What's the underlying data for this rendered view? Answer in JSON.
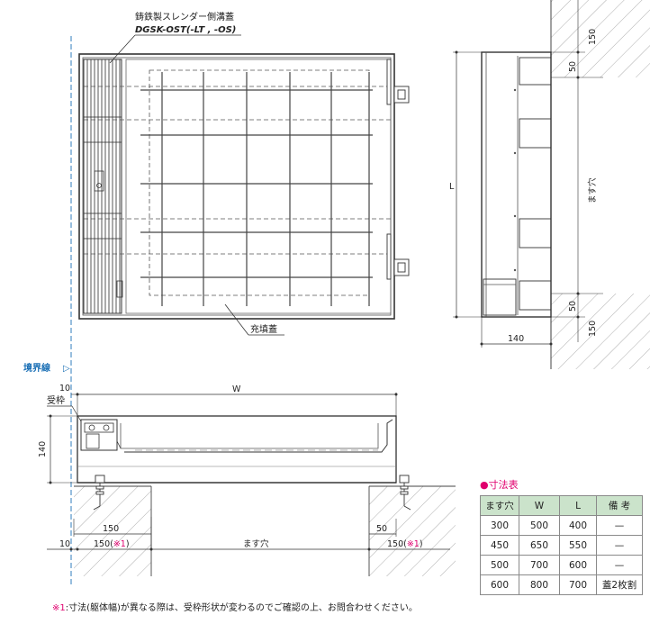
{
  "product": {
    "name": "鋳鉄製スレンダー側溝蓋",
    "model": "DGSK-OST(-LT , -OS)"
  },
  "labels": {
    "fill_cover": "充填蓋",
    "boundary": "境界線",
    "boundary_arrow": "▷",
    "receiver_frame": "受枠",
    "pit": "ます穴",
    "pit_vertical": "ます穴",
    "note_mark": "※1"
  },
  "dimensions": {
    "L": "L",
    "W": "W",
    "d140_side": "140",
    "d140_section": "140",
    "d150_top": "150",
    "d50_top": "50",
    "d50_bottom": "50",
    "d150_bottom": "150",
    "d10_top": "10",
    "d10_bottom": "10",
    "d150_left": "150",
    "d150_left_note": "150(",
    "d150_right_note": "150(",
    "d50_right": "50",
    "paren_close": ")"
  },
  "table": {
    "title": "寸法表",
    "bullet": "●",
    "headers": [
      "ます穴",
      "W",
      "L",
      "備 考"
    ],
    "rows": [
      [
        "300",
        "500",
        "400",
        "—"
      ],
      [
        "450",
        "650",
        "550",
        "—"
      ],
      [
        "500",
        "700",
        "600",
        "—"
      ],
      [
        "600",
        "800",
        "700",
        "蓋2枚割"
      ]
    ]
  },
  "footnote": {
    "mark": "※1",
    "text": ":寸法(躯体幅)が異なる際は、受枠形状が変わるのでご確認の上、お問合わせください。"
  },
  "colors": {
    "accent_pink": "#e0006e",
    "boundary_blue": "#1a6fb5",
    "table_header": "#cbe3cb"
  }
}
